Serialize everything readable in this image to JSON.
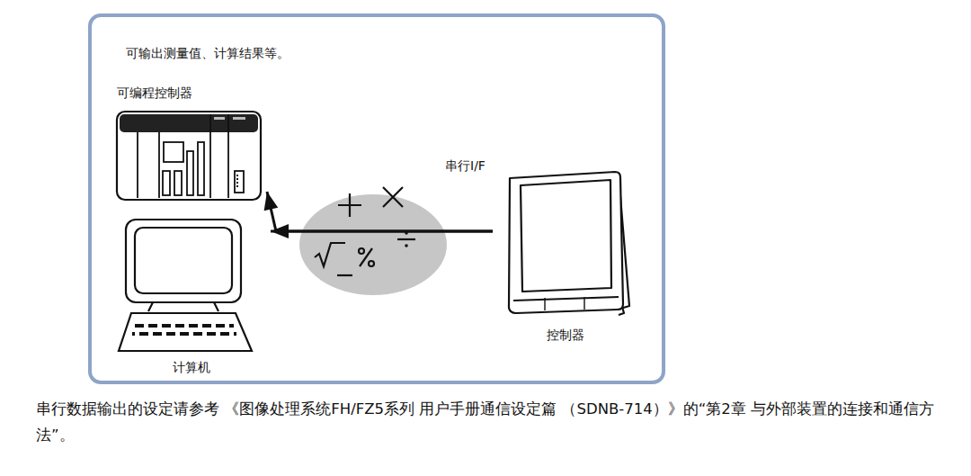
{
  "diagram": {
    "caption": "串行数据输出的设定请参考 《图像处理系统FH/FZ5系列 用户手册通信设定篇 （SDNB-714）》的“第2章 与外部装置的连接和通信方法”。",
    "nodes": [
      {
        "text": [
          "可输出测量值、计算结果等。"
        ]
      },
      {
        "text": [
          "可编程控制器"
        ],
        "in": 0
      },
      {
        "text": [
          "计算机"
        ],
        "in": 0
      },
      {
        "text": [
          "控制器"
        ],
        "in": 0
      }
    ],
    "edges": [
      {
        "from": 3,
        "to": 2,
        "arrow": "to",
        "label": "串行I/F"
      },
      {
        "from": 3,
        "to": 1,
        "arrow": "to"
      }
    ]
  }
}
